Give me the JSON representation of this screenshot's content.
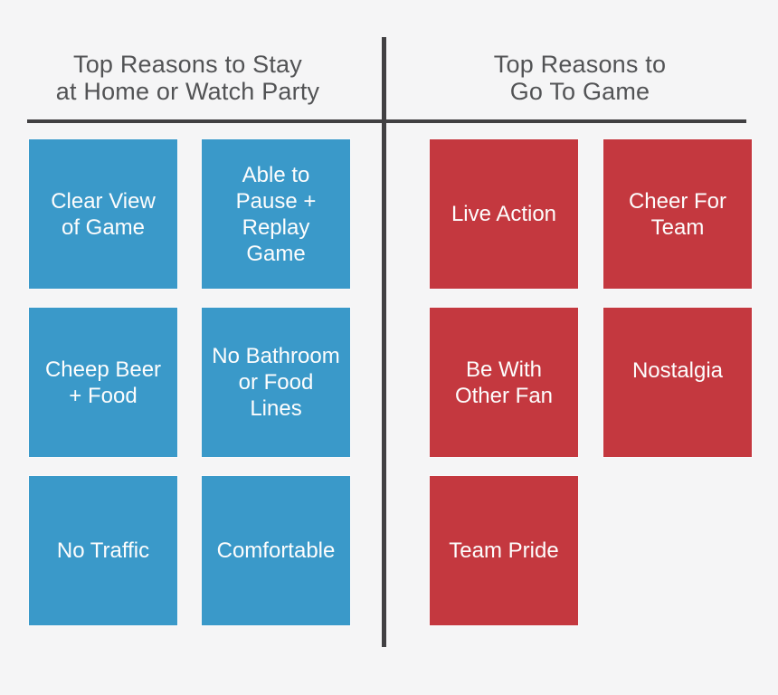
{
  "colors": {
    "bg": "#f5f5f6",
    "stay-blue": "#3a99c9",
    "go-red": "#c4383f",
    "line-gray": "#414042",
    "header-gray": "#525355",
    "box-text": "#fdfdfd"
  },
  "stay": {
    "title": "Top Reasons to Stay\nat Home or Watch Party",
    "boxes": [
      {
        "label": "Clear View\nof Game"
      },
      {
        "label": "Able to\nPause +\nReplay\nGame"
      },
      {
        "label": "Cheep Beer\n+ Food"
      },
      {
        "label": "No Bathroom\nor Food\nLines"
      },
      {
        "label": "No Traffic"
      },
      {
        "label": "Comfortable"
      }
    ]
  },
  "go": {
    "title": "Top Reasons to\nGo To Game",
    "boxes": [
      {
        "label": "Live Action"
      },
      {
        "label": "Cheer For\nTeam"
      },
      {
        "label": "Be With\nOther Fan"
      },
      {
        "label": "Nostalgia"
      },
      {
        "label": "Team Pride"
      }
    ]
  }
}
